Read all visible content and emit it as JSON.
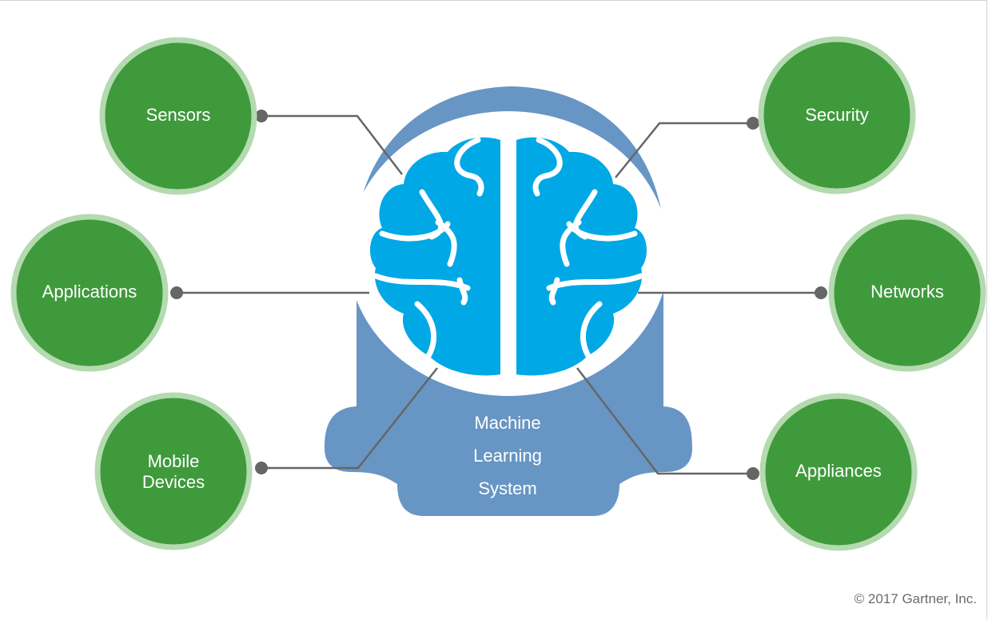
{
  "colors": {
    "node_fill": "#3f9a3c",
    "node_ring": "#b4dab0",
    "head_fill": "#6796c4",
    "brain_fill": "#00a8e6",
    "connector": "#666666"
  },
  "center": {
    "label_line1": "Machine",
    "label_line2": "Learning",
    "label_line3": "System",
    "icon": "head-brain-icon"
  },
  "nodes": {
    "sensors": "Sensors",
    "applications": "Applications",
    "mobile_devices": "Mobile\nDevices",
    "security": "Security",
    "networks": "Networks",
    "appliances": "Appliances"
  },
  "copyright": "© 2017 Gartner, Inc."
}
